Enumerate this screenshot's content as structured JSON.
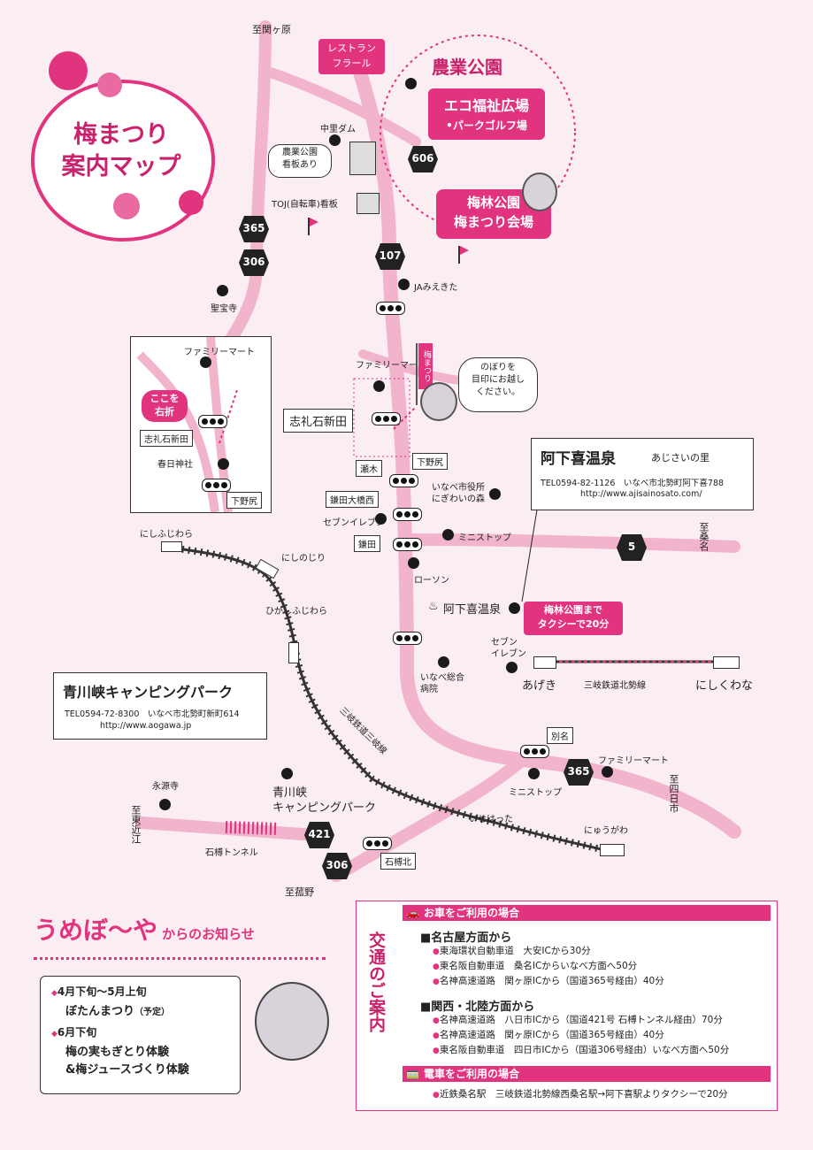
{
  "title": {
    "line1": "梅まつり",
    "line2": "案内マップ"
  },
  "directions": {
    "sekigahara": "至関ヶ原",
    "kuwana": "至桑名",
    "yokkaichi": "至四日市",
    "higashiomi": "至東近江",
    "komono": "至菰野"
  },
  "map_labels": {
    "restaurant": "レストラン\nフラール",
    "nogyo_koen": "農業公園",
    "eco_fukushi": "エコ福祉広場",
    "park_golf": "•パークゴルフ場",
    "bairin_koen": "梅林公園",
    "ume_kaijo": "梅まつり会場",
    "nakazato_dam": "中里ダム",
    "nogyo_sign": "農業公園\n看板あり",
    "toj_sign": "TOJ(自転車)看板",
    "seihoji": "聖宝寺",
    "ja_miekita": "JAみえきた",
    "familymart": "ファミリーマート",
    "shirei_ishishinden": "志礼石新田",
    "nobori_note": "のぼりを\n目印にお越し\nください。",
    "nobori": "梅まつり",
    "shimonojiri": "下野尻",
    "seki": "瀬木",
    "kamada_ohashi": "鎌田大橋西",
    "inabe_shiyakusho": "いなべ市役所\nにぎわいの森",
    "seven_eleven": "セブンイレブン",
    "ministop": "ミニストップ",
    "kamada": "鎌田",
    "lawson": "ローソン",
    "ageki_onsen": "阿下喜温泉",
    "seven_eleven2": "セブン\nイレブン",
    "inabe_hospital": "いなべ総合\n病院",
    "betsumyo": "別名",
    "familymart2": "ファミリーマート",
    "ministop2": "ミニストップ",
    "eigenji": "永源寺",
    "aogawakyo": "青川峡\nキャンピングパーク",
    "ishigure_tunnel": "石榑トンネル",
    "ishigure_kita": "石榑北",
    "nishifujiwara": "にしふじわら",
    "nishinojiri": "にしのじり",
    "higashifujiwara": "ひがしふじわら",
    "sangi_line": "三岐鉄道三岐線",
    "isehatta": "いせはった",
    "nyugawa": "にゅうがわ",
    "ageki_station": "あげき",
    "nishikuwana": "にしくわな",
    "hokusei_line": "三岐鉄道北勢線",
    "taxi": "梅林公園まで\nタクシーで20分"
  },
  "inset": {
    "familymart": "ファミリーマート",
    "koko": "ここを\n右折",
    "shirei": "志礼石新田",
    "kasuga": "春日神社",
    "shimonojiri": "下野尻"
  },
  "routes": {
    "r365": "365",
    "r306": "306",
    "r606": "606",
    "r107": "107",
    "r5": "5",
    "r421": "421",
    "r365b": "365",
    "r306b": "306"
  },
  "onsen_box": {
    "name": "阿下喜温泉",
    "sub": "あじさいの里",
    "tel": "TEL0594-82-1126　いなべ市北勢町阿下喜788",
    "url": "http://www.ajisainosato.com/"
  },
  "camp_box": {
    "name": "青川峡キャンピングパーク",
    "tel": "TEL0594-72-8300　いなべ市北勢町新町614",
    "url": "http://www.aogawa.jp"
  },
  "news": {
    "title_big": "うめぼ〜や",
    "title_small": "からのお知らせ",
    "item1_date": "4月下旬〜5月上旬",
    "item1_event": "ぼたんまつり",
    "item1_note": "（予定）",
    "item2_date": "6月下旬",
    "item2_event1": "梅の実もぎとり体験",
    "item2_event2": "&梅ジュースづくり体験"
  },
  "access": {
    "vertical_title": "交通のご案内",
    "car_header": "お車をご利用の場合",
    "nagoya": "■名古屋方面から",
    "nagoya_routes": [
      "東海環状自動車道　大安ICから30分",
      "東名阪自動車道　桑名ICからいなべ方面へ50分",
      "名神高速道路　関ヶ原ICから（国道365号経由）40分"
    ],
    "kansai": "■関西・北陸方面から",
    "kansai_routes": [
      "名神高速道路　八日市ICから（国道421号 石榑トンネル経由）70分",
      "名神高速道路　関ヶ原ICから（国道365号経由）40分",
      "東名阪自動車道　四日市ICから（国道306号経由）いなべ方面へ50分"
    ],
    "train_header": "電車をご利用の場合",
    "train_route": "近鉄桑名駅　三岐鉄道北勢線西桑名駅→阿下喜駅よりタクシーで20分"
  },
  "colors": {
    "accent": "#e2337e",
    "bg": "#fbeef3",
    "road": "#f3b7d0"
  }
}
